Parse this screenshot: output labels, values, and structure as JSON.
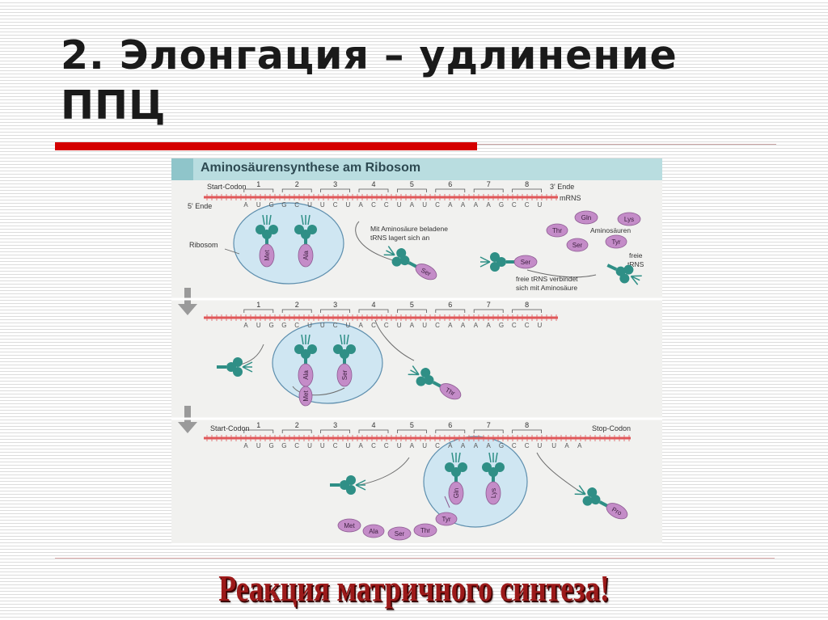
{
  "slide": {
    "title": "2. Элонгация – удлинение ППЦ",
    "footer": "Реакция матричного синтеза!"
  },
  "figure": {
    "title": "Aminosäurensynthese am Ribosom",
    "panel1_labels": {
      "start_codon": "Start-Codon",
      "five_end": "5' Ende",
      "three_end": "3' Ende",
      "mrna": "mRNS",
      "ribosom": "Ribosom",
      "beladen_line1": "Mit Aminosäure beladene",
      "beladen_line2": "tRNS lagert sich an",
      "aminosaeuren": "Aminosäuren",
      "freie": "freie",
      "trns": "tRNS",
      "verbindet_line1": "freie tRNS verbindet",
      "verbindet_line2": "sich mit Aminosäure"
    },
    "panel3_labels": {
      "start_codon": "Start-Codon",
      "stop_codon": "Stop-Codon"
    },
    "codon_numbers": [
      "1",
      "2",
      "3",
      "4",
      "5",
      "6",
      "7",
      "8"
    ],
    "mrna_sequence": [
      "A",
      "U",
      "G",
      "G",
      "C",
      "U",
      "U",
      "C",
      "U",
      "A",
      "C",
      "C",
      "U",
      "A",
      "U",
      "C",
      "A",
      "A",
      "A",
      "A",
      "G",
      "C",
      "C",
      "U"
    ],
    "stop_sequence": [
      "U",
      "A",
      "A"
    ],
    "amino_acids": {
      "met": "Met",
      "ala": "Ala",
      "ser": "Ser",
      "thr": "Thr",
      "tyr": "Tyr",
      "gln": "Gln",
      "lys": "Lys",
      "pro": "Pro"
    },
    "colors": {
      "mrna": "#e0585a",
      "ribosome_fill": "#cfe6f2",
      "ribosome_stroke": "#5e8fae",
      "trna": "#2f8f86",
      "amino_acid": "#c48cc8",
      "header": "#b9dde0"
    }
  }
}
